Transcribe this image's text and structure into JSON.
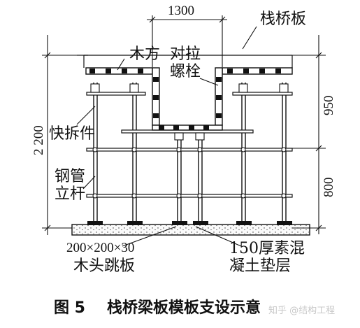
{
  "dimensions": {
    "top_width": "1300",
    "upper_height": "950",
    "lower_height": "800",
    "total_height": "2 200"
  },
  "labels": {
    "deck_slab": "栈桥板",
    "timber": "木方",
    "tie_bolt_line1": "对拉",
    "tie_bolt_line2": "螺栓",
    "quick_coupler": "快拆件",
    "steel_pipe_line1": "钢管",
    "steel_pipe_line2": "立杆",
    "wood_board_size": "200×200×30",
    "wood_board_name": "木头跳板",
    "concrete_line1": "150厚素混",
    "concrete_line2": "凝土垫层"
  },
  "caption": {
    "number": "图 5",
    "title": "栈桥梁板模板支设示意"
  },
  "watermark": "知乎 @结构工程"
}
